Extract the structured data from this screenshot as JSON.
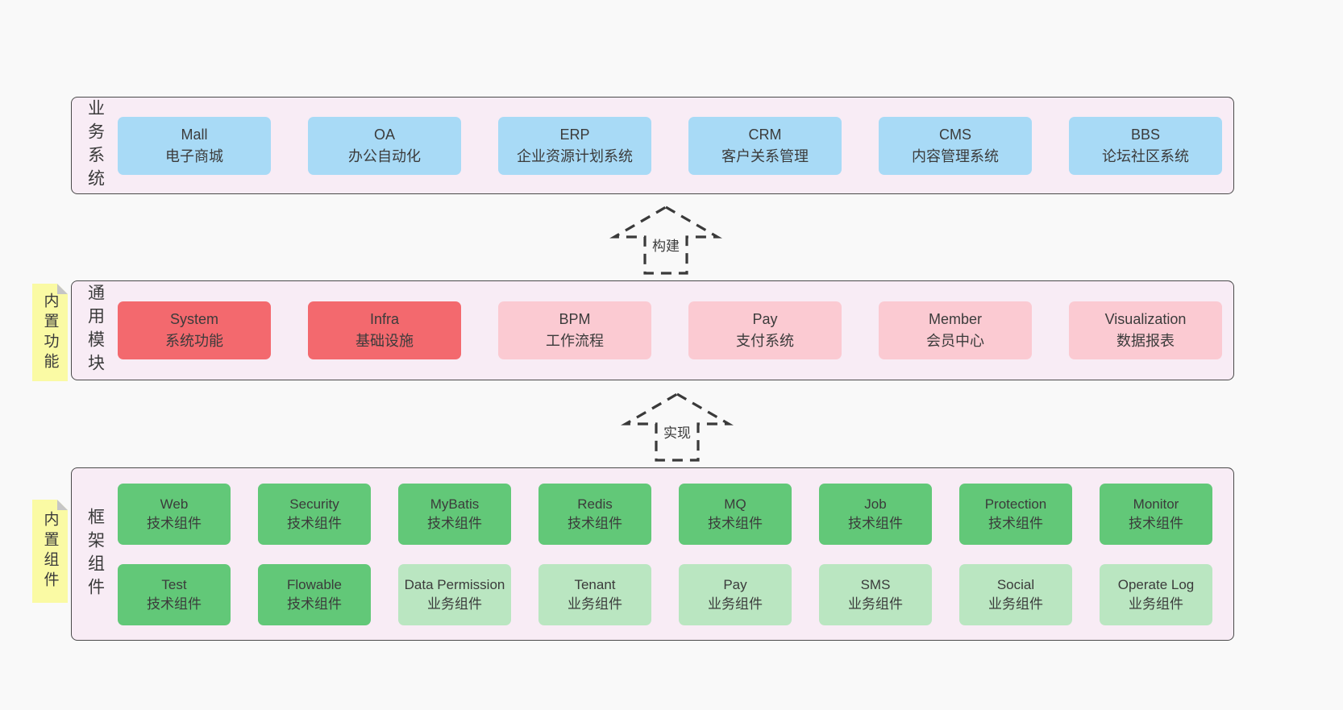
{
  "layers": [
    {
      "label": "业务系统",
      "boxes": [
        {
          "name": "Mall",
          "desc": "电子商城"
        },
        {
          "name": "OA",
          "desc": "办公自动化"
        },
        {
          "name": "ERP",
          "desc": "企业资源计划系统"
        },
        {
          "name": "CRM",
          "desc": "客户关系管理"
        },
        {
          "name": "CMS",
          "desc": "内容管理系统"
        },
        {
          "name": "BBS",
          "desc": "论坛社区系统"
        }
      ]
    },
    {
      "label": "通用模块",
      "note": "内置功能",
      "boxes": [
        {
          "name": "System",
          "desc": "系统功能"
        },
        {
          "name": "Infra",
          "desc": "基础设施"
        },
        {
          "name": "BPM",
          "desc": "工作流程"
        },
        {
          "name": "Pay",
          "desc": "支付系统"
        },
        {
          "name": "Member",
          "desc": "会员中心"
        },
        {
          "name": "Visualization",
          "desc": "数据报表"
        }
      ]
    },
    {
      "label": "框架组件",
      "note": "内置组件",
      "rows": [
        [
          {
            "name": "Web",
            "desc": "技术组件"
          },
          {
            "name": "Security",
            "desc": "技术组件"
          },
          {
            "name": "MyBatis",
            "desc": "技术组件"
          },
          {
            "name": "Redis",
            "desc": "技术组件"
          },
          {
            "name": "MQ",
            "desc": "技术组件"
          },
          {
            "name": "Job",
            "desc": "技术组件"
          },
          {
            "name": "Protection",
            "desc": "技术组件"
          },
          {
            "name": "Monitor",
            "desc": "技术组件"
          }
        ],
        [
          {
            "name": "Test",
            "desc": "技术组件"
          },
          {
            "name": "Flowable",
            "desc": "技术组件"
          },
          {
            "name": "Data Permission",
            "desc": "业务组件"
          },
          {
            "name": "Tenant",
            "desc": "业务组件"
          },
          {
            "name": "Pay",
            "desc": "业务组件"
          },
          {
            "name": "SMS",
            "desc": "业务组件"
          },
          {
            "name": "Social",
            "desc": "业务组件"
          },
          {
            "name": "Operate Log",
            "desc": "业务组件"
          }
        ]
      ]
    }
  ],
  "arrows": [
    {
      "label": "构建"
    },
    {
      "label": "实现"
    }
  ],
  "colors": {
    "page_bg": "#f9f9f9",
    "panel_bg": "#f8ecf5",
    "panel_border": "#4a4a4a",
    "blue_box": "#a8daf6",
    "red_box": "#f3696e",
    "pink_box": "#fbcad2",
    "green_dark_box": "#62c878",
    "green_light_box": "#bae6c1",
    "sticky_yellow": "#fafaa4",
    "text": "#3b3b3b"
  }
}
